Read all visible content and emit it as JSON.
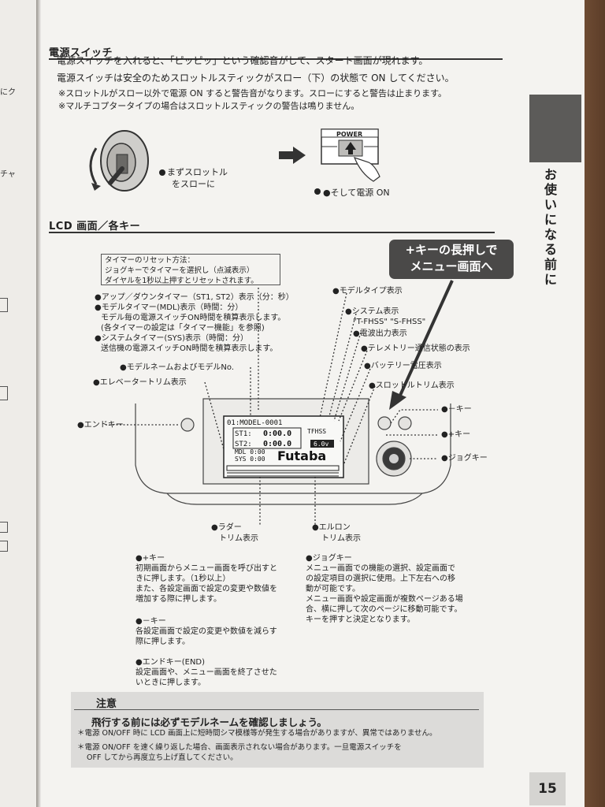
{
  "left": {
    "frag1": "にク",
    "frag2": "チャ"
  },
  "chapter": {
    "title": "お使いになる前に"
  },
  "power": {
    "title": "電源スイッチ",
    "line1": "電源スイッチを入れると、「ピッピッ」という確認音がして、スタート画面が現れます。",
    "line2": "電源スイッチは安全のためスロットルスティックがスロー（下）の状態で ON してください。",
    "note1": "※スロットルがスロー以外で電源 ON すると警告音がなります。スローにすると警告は止まります。",
    "note2": "※マルチコプタータイプの場合はスロットルスティックの警告は鳴りません。",
    "cap_throttle1": "まずスロットル",
    "cap_throttle2": "をスローに",
    "cap_power": "●そして電源 ON",
    "switch_label": "POWER"
  },
  "lcd": {
    "title": "LCD 画面／各キー",
    "tip1": "タイマーのリセット方法：",
    "tip2": "ジョグキーでタイマーを選択し（点滅表示）",
    "tip3": "ダイヤルを1秒以上押すとリセットされます。",
    "callout1": "+キーの長押しで",
    "callout2": "メニュー画面へ"
  },
  "ann": {
    "timer": "●アップ／ダウンタイマー（ST1, ST2）表示（分：秒）",
    "mdl1": "●モデルタイマー(MDL)表示（時間：分）",
    "mdl2": "モデル毎の電源スイッチON時間を積算表示します。",
    "mdl3": "(各タイマーの設定は「タイマー機能」を参照)",
    "sys1": "●システムタイマー(SYS)表示（時間：分）",
    "sys2": "送信機の電源スイッチON時間を積算表示します。",
    "model_name": "●モデルネームおよびモデルNo.",
    "elevator": "●エレベータートリム表示",
    "end_key": "●エンドキー",
    "model_type": "●モデルタイプ表示",
    "system": "●システム表示",
    "system2": "\"T-FHSS\" \"S-FHSS\"",
    "rf_power": "●電波出力表示",
    "telemetry": "●テレメトリー通信状態の表示",
    "battery": "●バッテリー電圧表示",
    "throttle_trim": "●スロットルトリム表示",
    "minus_key": "●－キー",
    "plus_key": "●+キー",
    "jog_key": "●ジョグキー",
    "rudder1": "●ラダー",
    "rudder2": "トリム表示",
    "aileron1": "●エルロン",
    "aileron2": "トリム表示"
  },
  "desc": {
    "plus0": "●+キー",
    "plus1": "初期画面からメニュー画面を呼び出すと",
    "plus2": "きに押します。（1秒以上）",
    "plus3": "また、各設定画面で設定の変更や数値を",
    "plus4": "増加する際に押します。",
    "minus0": "●－キー",
    "minus1": "各設定画面で設定の変更や数値を減らす",
    "minus2": "際に押します。",
    "end0": "●エンドキー(END)",
    "end1": "設定画面や、メニュー画面を終了させた",
    "end2": "いときに押します。",
    "jog0": "●ジョグキー",
    "jog1": "メニュー画面での機能の選択、設定画面で",
    "jog2": "の設定項目の選択に使用。上下左右への移",
    "jog3": "動が可能です。",
    "jog4": "メニュー画面や設定画面が複数ページある場",
    "jog5": "合、横に押して次のページに移動可能です。",
    "jog6": "キーを押すと決定となります。"
  },
  "caution": {
    "heading": "注意",
    "main": "飛行する前には必ずモデルネームを確認しましょう。",
    "note1": "＊電源 ON/OFF 時に LCD 画面上に短時間シマ模様等が発生する場合がありますが、異常ではありません。",
    "note2": "＊電源 ON/OFF を速く繰り返した場合、画面表示されない場合があります。一旦電源スイッチを",
    "note3": "OFF してから再度立ち上げ直してください。"
  },
  "page": {
    "number": "15"
  }
}
